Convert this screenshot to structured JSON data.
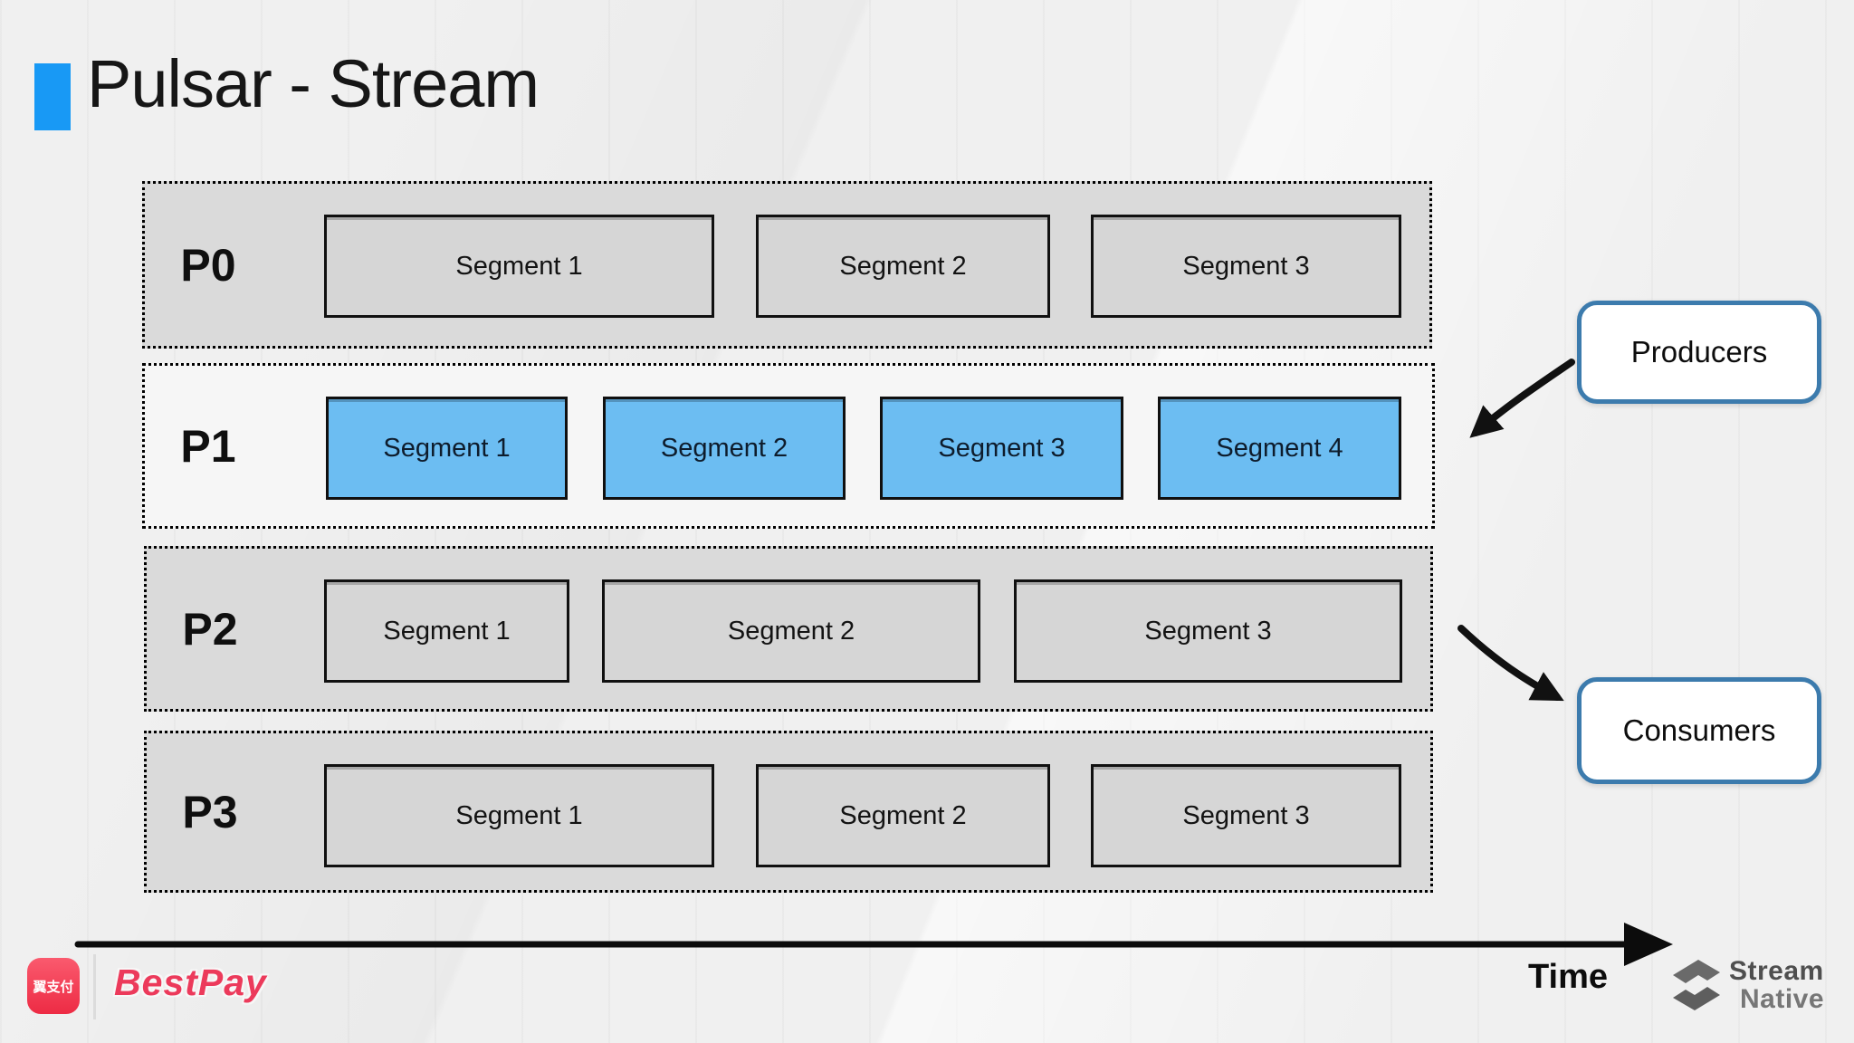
{
  "slide": {
    "title": "Pulsar - Stream",
    "accent_color": "#1899f5",
    "background_color": "#f0f0f0"
  },
  "diagram": {
    "partitions": [
      {
        "label": "P0",
        "style": "gray",
        "segments": [
          {
            "label": "Segment 1"
          },
          {
            "label": "Segment 2"
          },
          {
            "label": "Segment 3"
          }
        ]
      },
      {
        "label": "P1",
        "style": "highlight",
        "segments": [
          {
            "label": "Segment 1"
          },
          {
            "label": "Segment 2"
          },
          {
            "label": "Segment 3"
          },
          {
            "label": "Segment 4"
          }
        ]
      },
      {
        "label": "P2",
        "style": "gray",
        "segments": [
          {
            "label": "Segment 1"
          },
          {
            "label": "Segment 2"
          },
          {
            "label": "Segment 3"
          }
        ]
      },
      {
        "label": "P3",
        "style": "gray",
        "segments": [
          {
            "label": "Segment 1"
          },
          {
            "label": "Segment 2"
          },
          {
            "label": "Segment 3"
          }
        ]
      }
    ],
    "callouts": {
      "producers": "Producers",
      "consumers": "Consumers"
    },
    "time_axis_label": "Time",
    "colors": {
      "segment_highlight": "#6cbdf2",
      "segment_gray": "#d6d6d6",
      "row_gray": "#dadada",
      "row_light": "#f6f6f6",
      "callout_border": "#3c7bad",
      "arrow": "#111111"
    }
  },
  "footer": {
    "bestpay_icon_text": "翼支付",
    "bestpay_wordmark": "BestPay",
    "bestpay_red": "#ec3a5b",
    "streamnative_wordmark_line1": "Stream",
    "streamnative_wordmark_line2": "Native",
    "streamnative_gray": "#6a6a6a"
  }
}
